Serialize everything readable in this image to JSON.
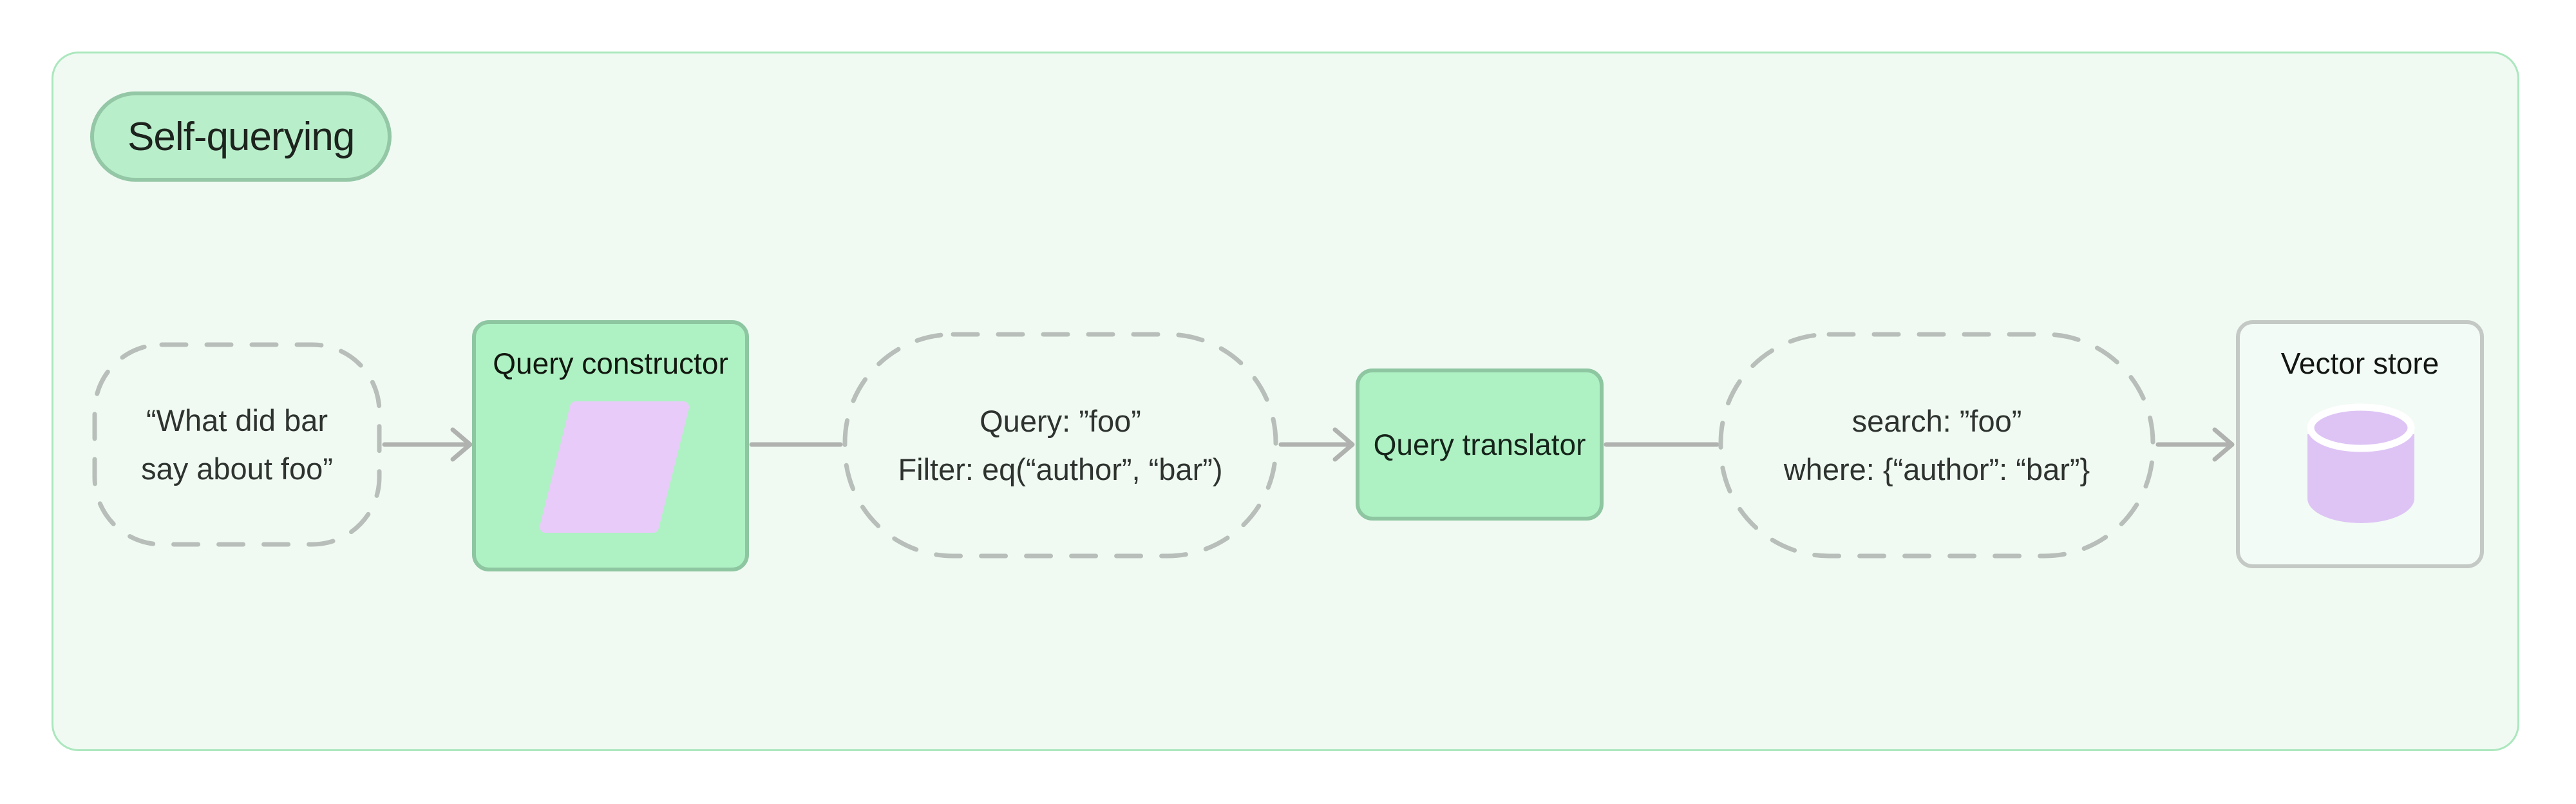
{
  "title_pill": {
    "label": "Self-querying"
  },
  "diagram": {
    "nodes": [
      {
        "id": "user-question",
        "type": "dashed",
        "lines": [
          "“What did bar",
          "say about foo”"
        ]
      },
      {
        "id": "query-constructor",
        "type": "solid-green",
        "label": "Query constructor",
        "icon": "parallelogram-icon"
      },
      {
        "id": "constructed-query",
        "type": "dashed",
        "lines": [
          "Query: ”foo”",
          "Filter: eq(“author”, “bar”)"
        ]
      },
      {
        "id": "query-translator",
        "type": "solid-green",
        "label": "Query translator"
      },
      {
        "id": "translated-query",
        "type": "dashed",
        "lines": [
          "search: ”foo”",
          "where: {“author”: “bar”}"
        ]
      },
      {
        "id": "vector-store",
        "type": "outlined",
        "label": "Vector store",
        "icon": "database-icon"
      }
    ],
    "colors": {
      "container_bg": "#f0faf3",
      "container_border": "#abe7bd",
      "pill_bg": "#b9eecb",
      "pill_border": "#94c7a6",
      "green_box_bg": "#aef2c3",
      "green_box_border": "#8dc6a0",
      "dashed_border": "#b8beb9",
      "connector": "#b0b2b0",
      "lavender_icon": "#e8cbf9",
      "database_icon": "#dec4f5",
      "outline_box_border": "#c4c9c5"
    }
  }
}
